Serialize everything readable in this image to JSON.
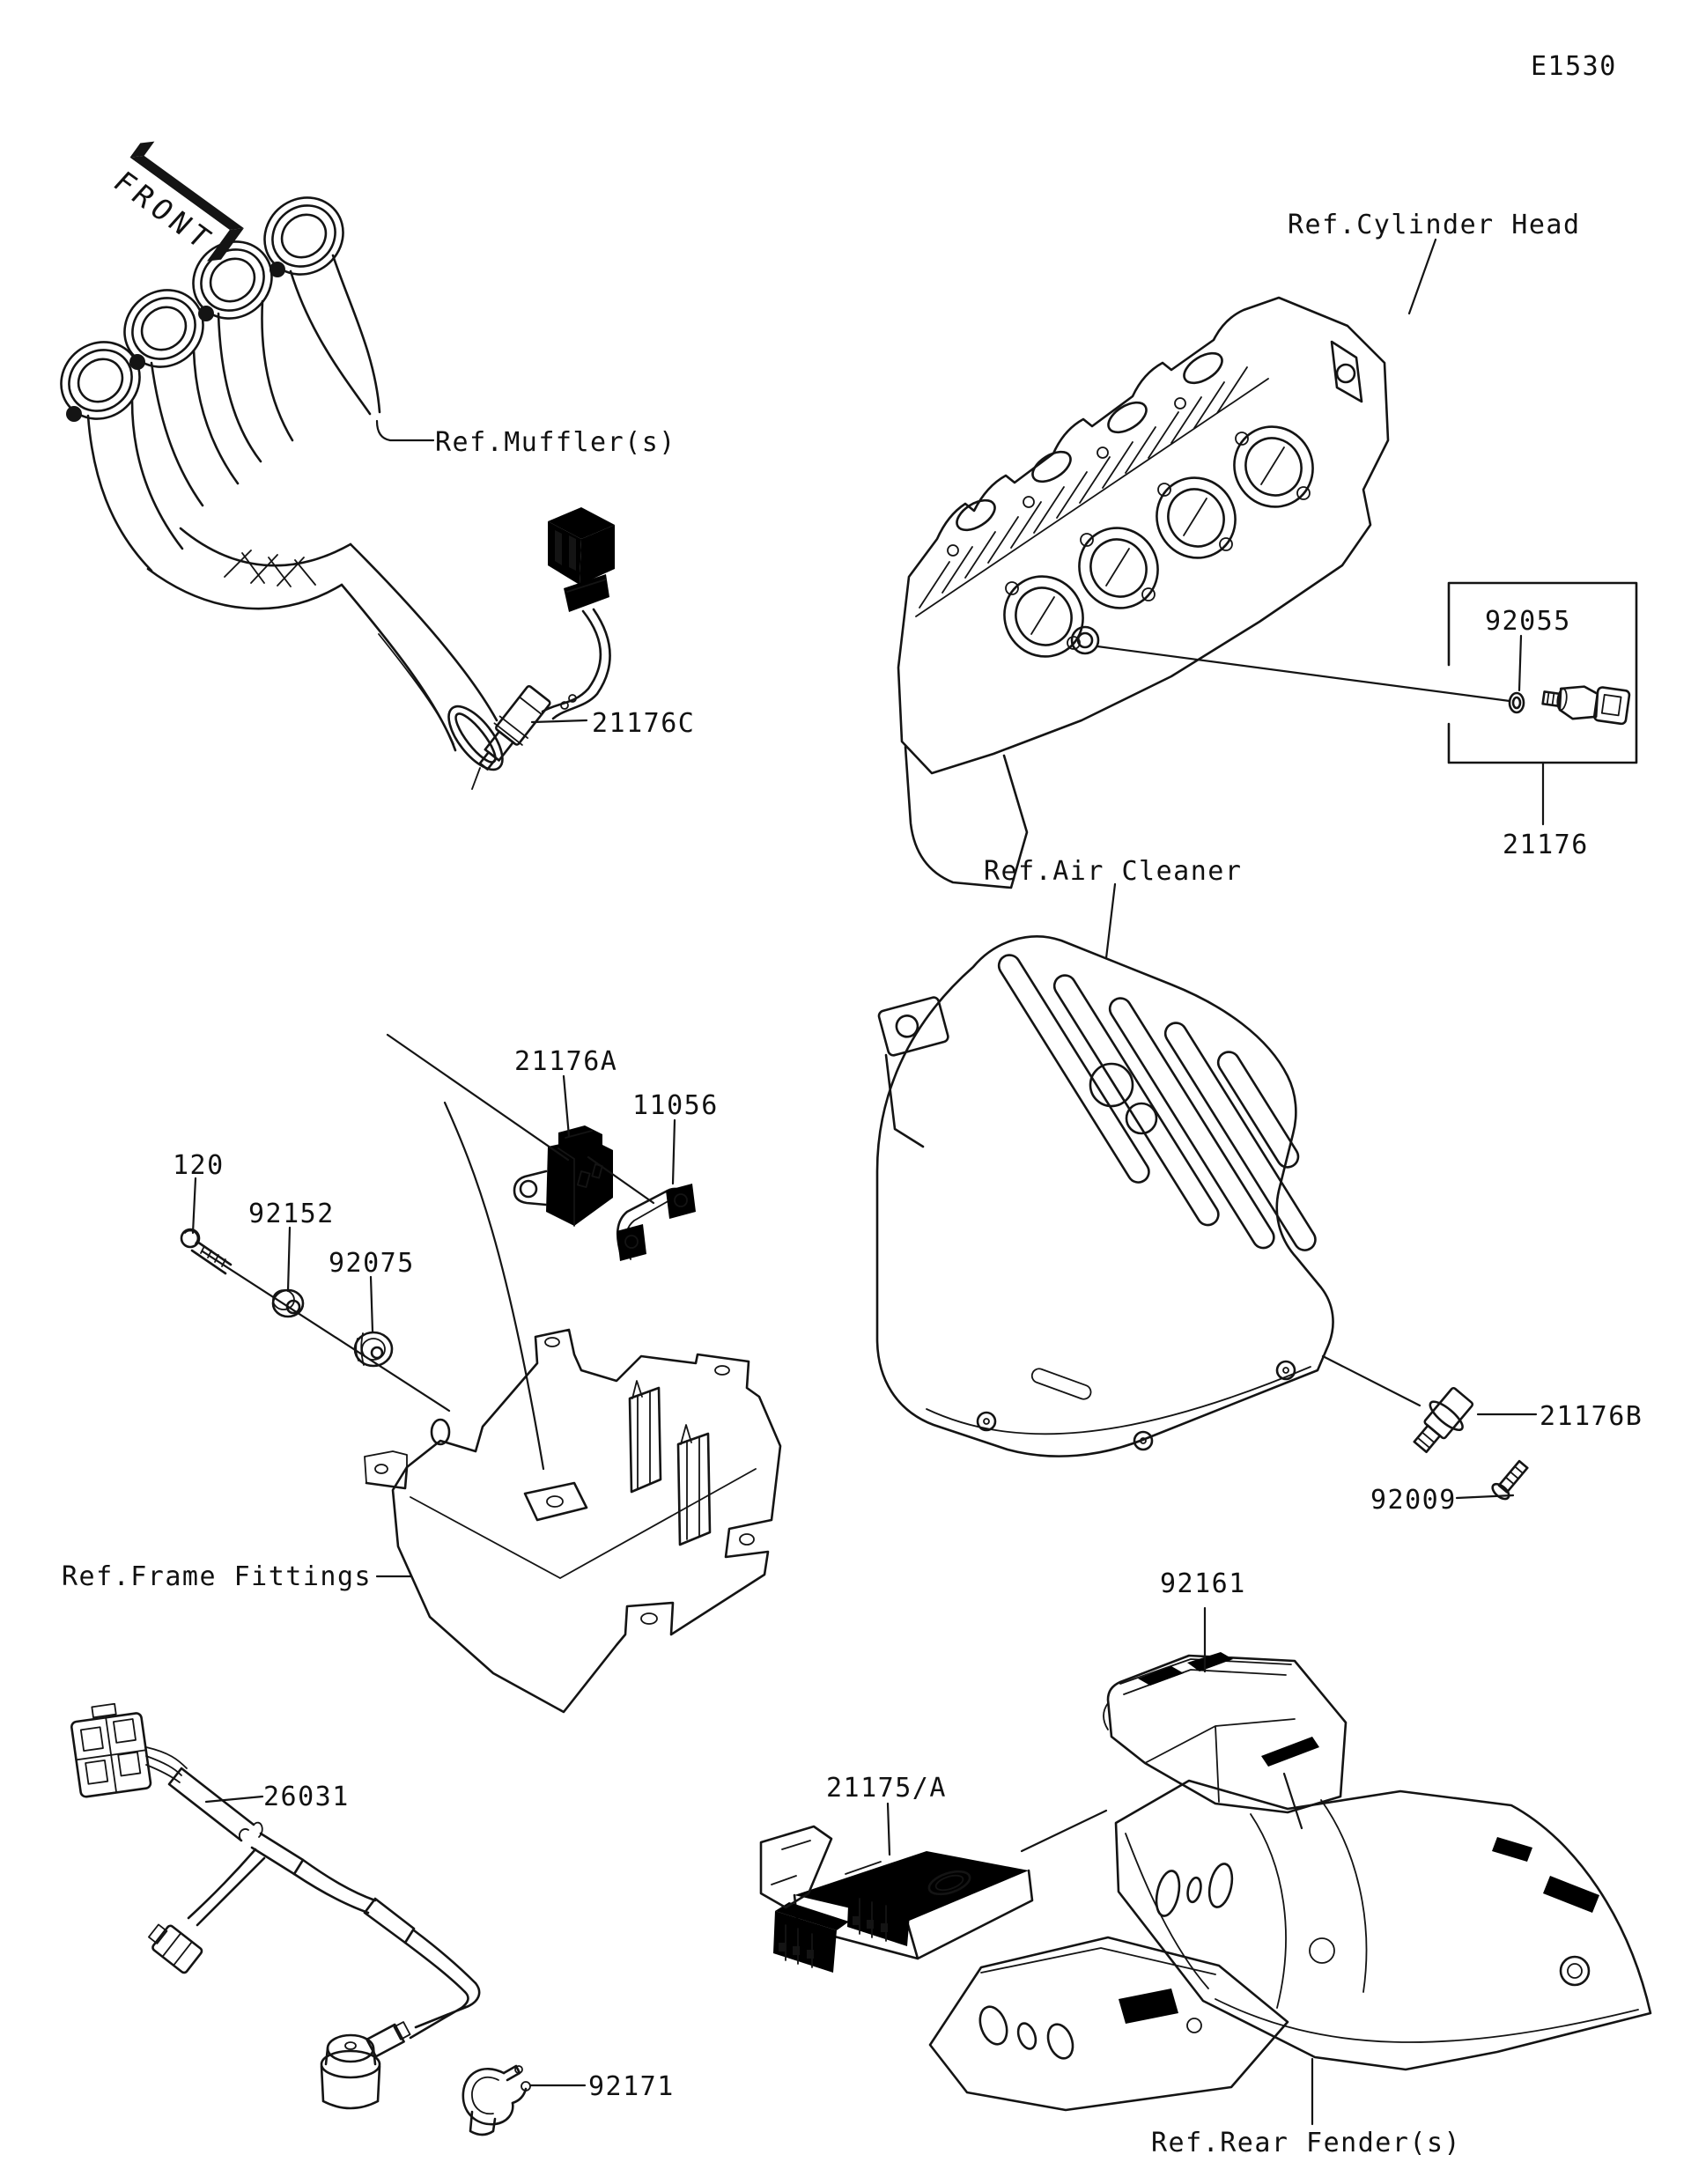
{
  "page": {
    "code": "E1530"
  },
  "front_marker": {
    "label": "FRONT"
  },
  "ref_labels": {
    "muffler": "Ref.Muffler(s)",
    "cylinder_head": "Ref.Cylinder Head",
    "air_cleaner": "Ref.Air Cleaner",
    "frame_fittings": "Ref.Frame Fittings",
    "rear_fender": "Ref.Rear Fender(s)"
  },
  "part_numbers": {
    "oxygen_sensor": "21176C",
    "water_temp_sensor": "21176",
    "o_ring": "92055",
    "pressure_sensor": "21176A",
    "bracket": "11056",
    "bolt": "120",
    "collar": "92152",
    "damper": "92075",
    "air_temp_sensor": "21176B",
    "screw": "92009",
    "damper_rear": "92161",
    "ecu": "21175/A",
    "sub_harness": "26031",
    "clamp": "92171"
  }
}
